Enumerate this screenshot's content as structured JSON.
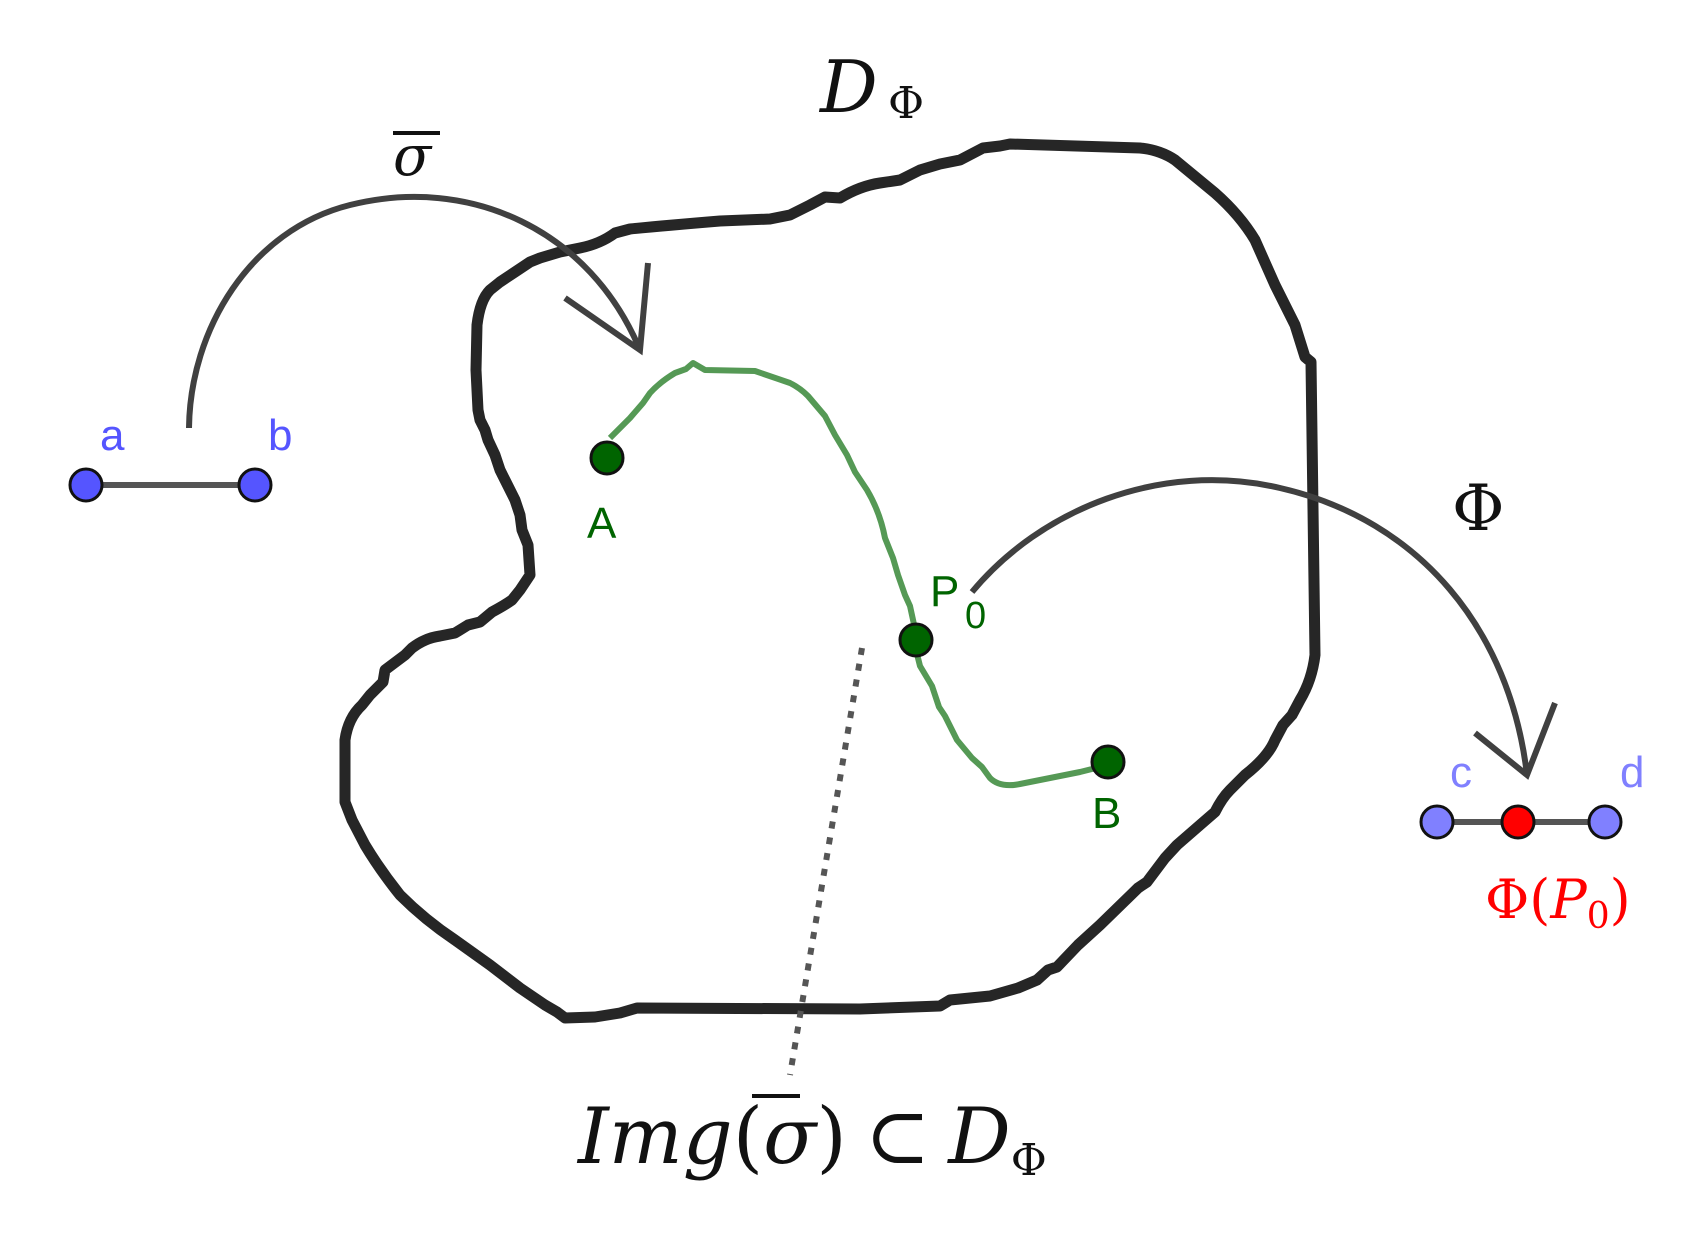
{
  "labels": {
    "a": "a",
    "b": "b",
    "c": "c",
    "d": "d",
    "A": "A",
    "B": "B",
    "P": "P",
    "P_sub": "0",
    "sigma_bar": "σ",
    "Phi": "Φ",
    "D": "D",
    "D_sub": "Φ",
    "image_D": "D",
    "image_D_sub": "Φ",
    "img_I": "Img",
    "img_open": "(",
    "img_sigma": "σ",
    "img_close": ")",
    "img_subset": "⊂",
    "phi_P0_phi": "Φ",
    "phi_P0_open": "(",
    "phi_P0_P": "P",
    "phi_P0_sub": "0",
    "phi_P0_close": ")"
  },
  "colors": {
    "region_border": "#262626",
    "arrow": "#404040",
    "domain_segment_point": "#5555ff",
    "codomain_segment_point": "#8080ff",
    "curve": "#559955",
    "curve_point": "#006400",
    "image_point": "#ff0000",
    "label_green": "#006400",
    "label_red": "#ff0000"
  }
}
